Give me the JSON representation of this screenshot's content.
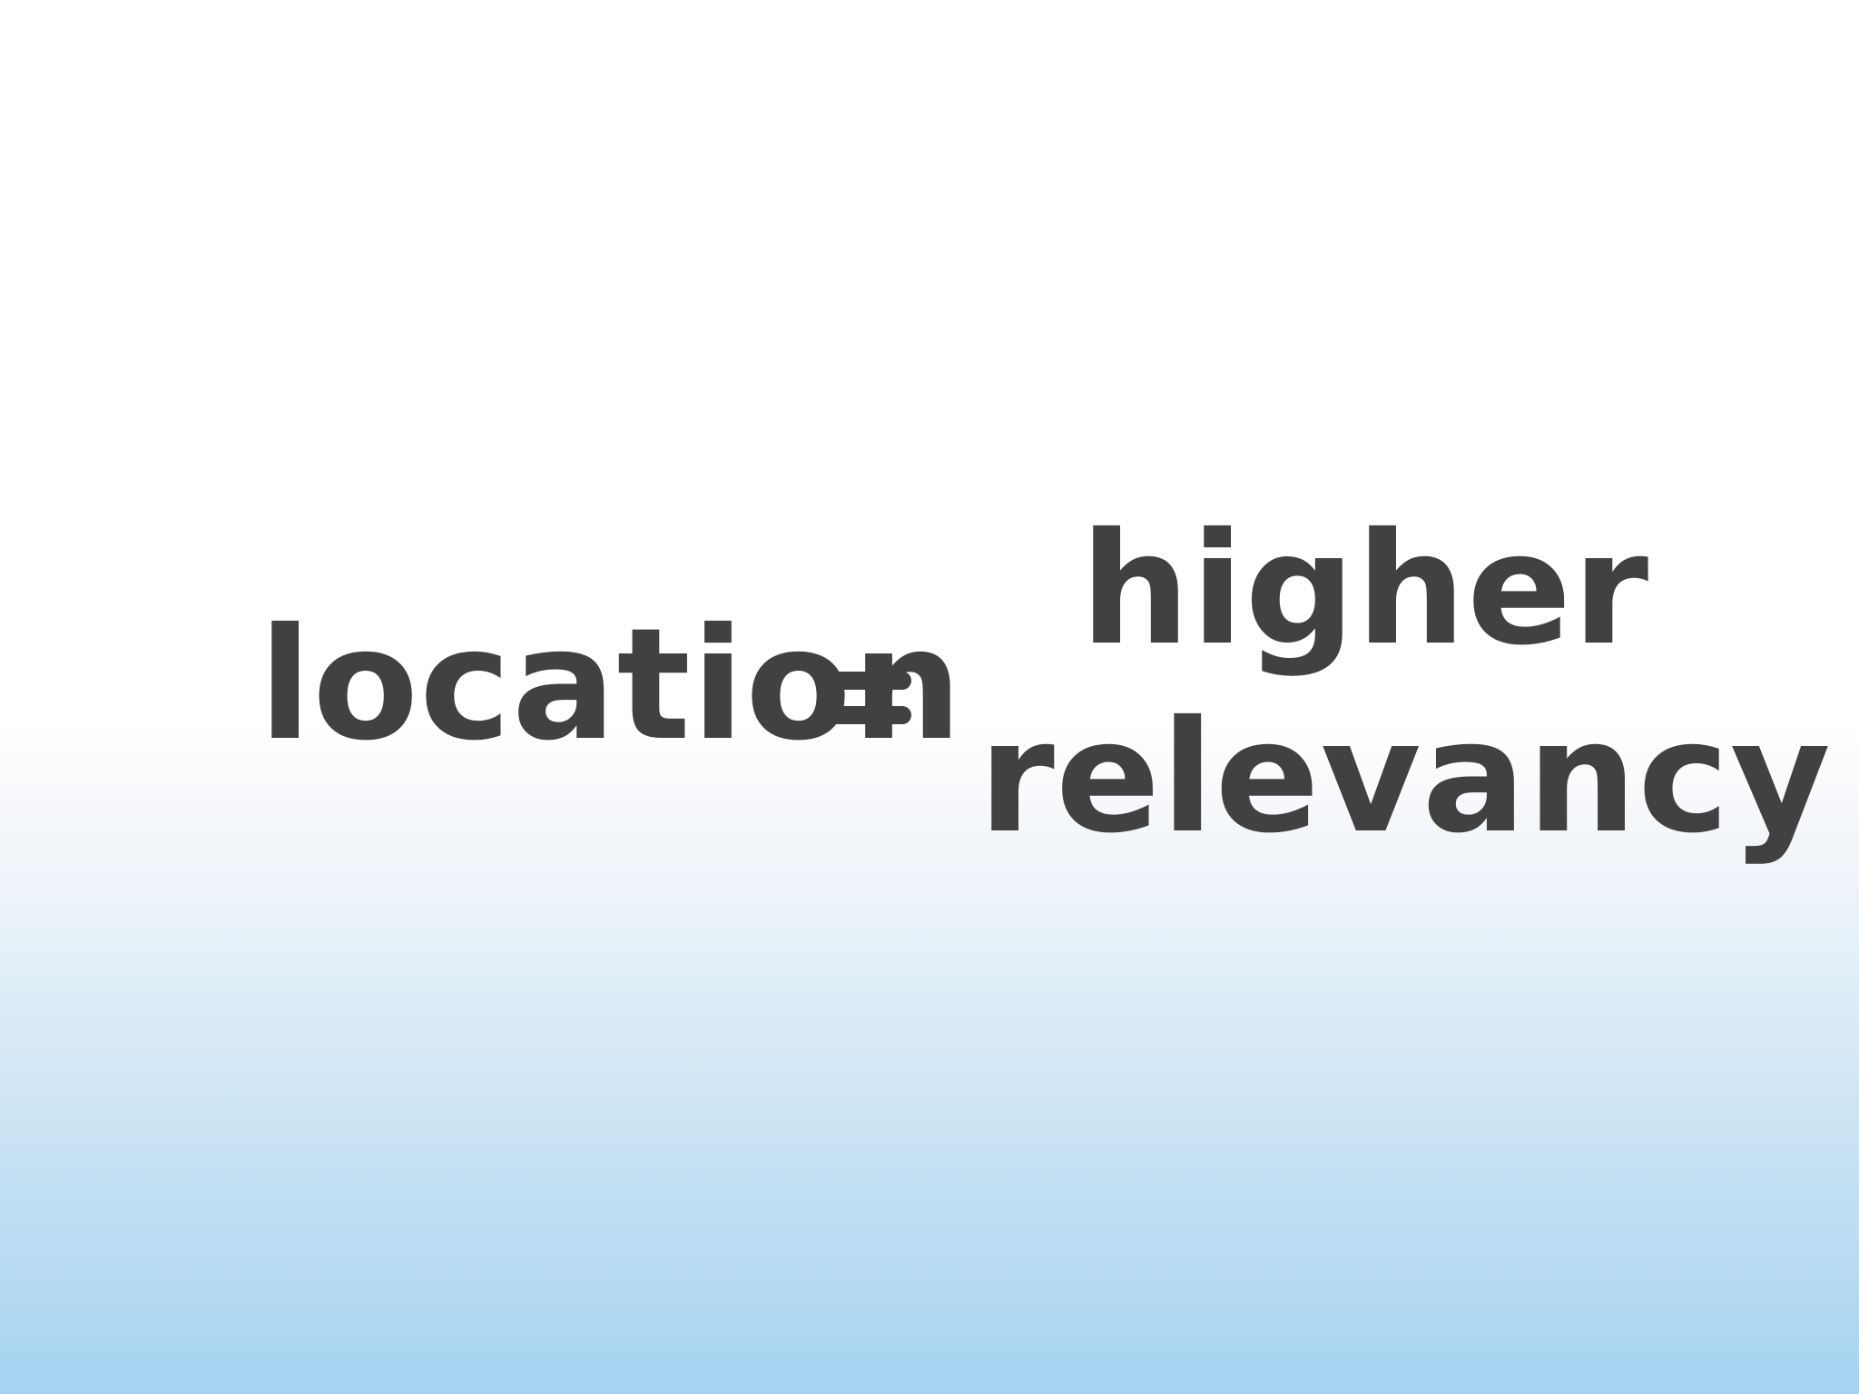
{
  "slide": {
    "left_term": "location",
    "operator": "=",
    "right_term_line1": "higher",
    "right_term_line2": "relevancy"
  },
  "colors": {
    "text": "#414141",
    "background_top": "#ffffff",
    "background_bottom": "#a5d3f1"
  }
}
